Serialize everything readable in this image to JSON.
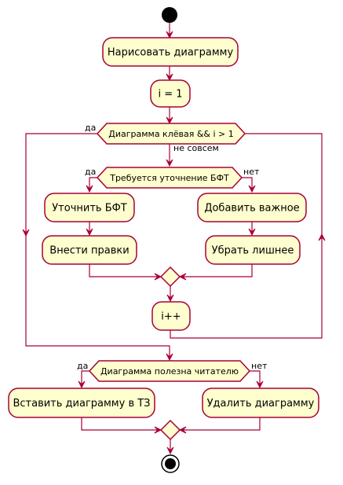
{
  "colors": {
    "fill": "#FEFECE",
    "border": "#A80036",
    "arrow": "#A80036",
    "start_end": "#000000"
  },
  "activities": {
    "draw_diagram": "Нарисовать диаграмму",
    "init_i": "i = 1",
    "clarify_bft": "Уточнить БФТ",
    "make_edits": "Внести правки",
    "add_important": "Добавить важное",
    "remove_extra": "Убрать лишнее",
    "increment_i": "i++",
    "insert_diagram": "Вставить диаграмму в ТЗ",
    "delete_diagram": "Удалить диаграмму"
  },
  "decisions": {
    "loop_condition": "Диаграмма клёвая && i > 1",
    "needs_clarification": "Требуется уточнение БФТ",
    "useful_to_reader": "Диаграмма полезна читателю"
  },
  "labels": {
    "loop_yes": "да",
    "loop_no": "не совсем",
    "clarify_yes": "да",
    "clarify_no": "нет",
    "useful_yes": "да",
    "useful_no": "нет"
  }
}
